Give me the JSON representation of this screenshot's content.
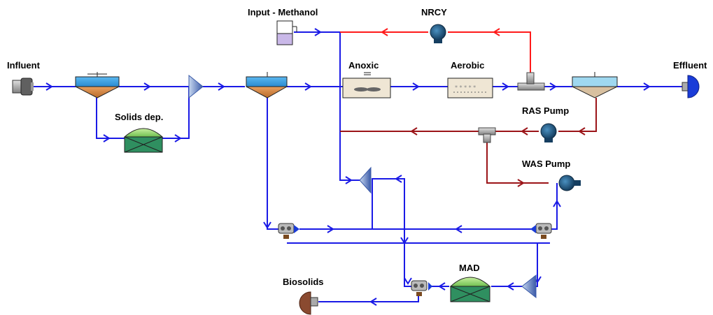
{
  "labels": {
    "influent": "Influent",
    "input_methanol": "Input - Methanol",
    "nrcy": "NRCY",
    "anoxic": "Anoxic",
    "aerobic": "Aerobic",
    "effluent": "Effluent",
    "ras_pump": "RAS Pump",
    "solids_dep": "Solids dep.",
    "was_pump": "WAS Pump",
    "mad": "MAD",
    "biosolids": "Biosolids"
  },
  "colors": {
    "line_blue": "#1a1ae6",
    "line_red": "#ff1a1a",
    "line_dark_red": "#9b1418",
    "tank_blue": "#3aa0e0",
    "sludge_orange": "#d98a45",
    "digester_green": "#3aa070",
    "pump_blue": "#1f5f8a"
  }
}
